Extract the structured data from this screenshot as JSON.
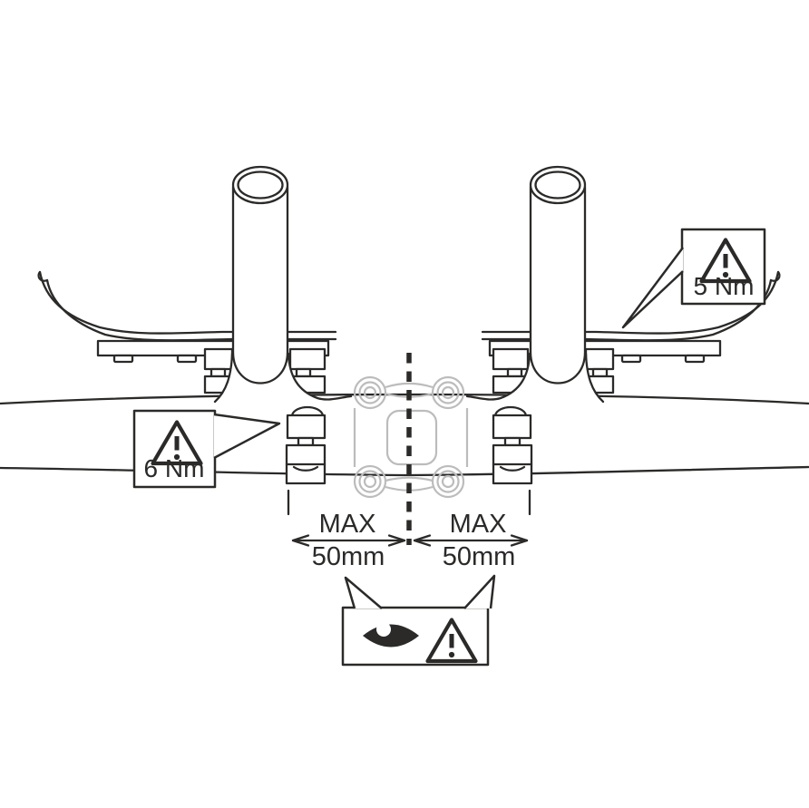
{
  "diagram": {
    "subject": "aero-bar extension installation",
    "colors": {
      "background": "#ffffff",
      "line": "#2b2a29",
      "ghost": "#bcbcbc"
    },
    "icons": {
      "warning": "warning-triangle-icon",
      "inspect": "eye-icon"
    }
  },
  "dimensions": {
    "left": {
      "label": "MAX",
      "value": "50mm"
    },
    "right": {
      "label": "MAX",
      "value": "50mm"
    }
  },
  "callouts": {
    "armrest": {
      "torque": "5 Nm"
    },
    "clamp": {
      "torque": "6 Nm"
    }
  }
}
